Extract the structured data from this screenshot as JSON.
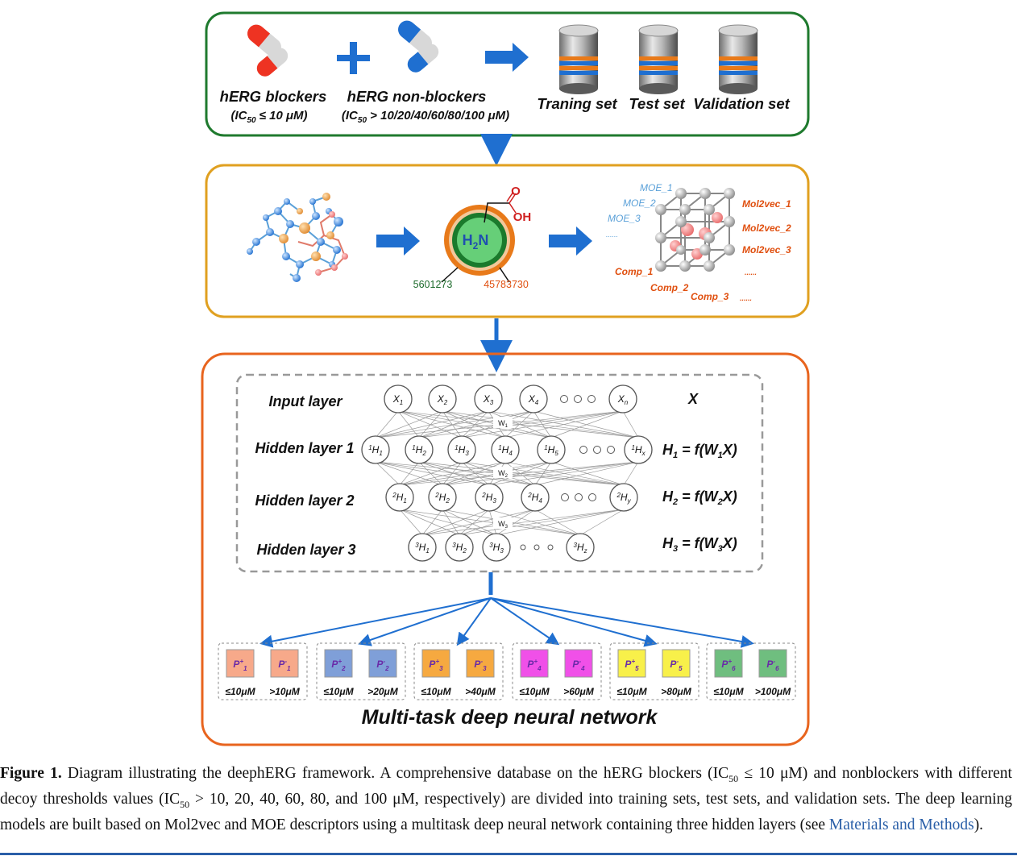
{
  "panel1": {
    "blockers_label": "hERG blockers",
    "blockers_ic50": "(IC",
    "blockers_ic50_sub": "50",
    "blockers_ic50_rest": " ≤ 10 μM)",
    "nonblockers_label": "hERG non-blockers",
    "nonblockers_ic50": "(IC",
    "nonblockers_ic50_sub": "50",
    "nonblockers_ic50_rest": " > 10/20/40/60/80/100 μM)",
    "sets": [
      "Traning set",
      "Test set",
      "Validation set"
    ],
    "colors": {
      "border": "#1f7a2e",
      "red_capsule": "#ee3322",
      "blue_capsule": "#1f6fd0"
    }
  },
  "panel2": {
    "mol_center": "H",
    "mol_center_sub": "2",
    "mol_center_n": "N",
    "oxygen": "O",
    "hydroxyl": "OH",
    "id_left": "5601273",
    "id_right": "45783730",
    "moe": [
      "MOE_1",
      "MOE_2",
      "MOE_3",
      "......"
    ],
    "mol2vec": [
      "Mol2vec_1",
      "Mol2vec_2",
      "Mol2vec_3",
      "......"
    ],
    "comp": [
      "Comp_1",
      "Comp_2",
      "Comp_3",
      "......"
    ],
    "colors": {
      "border": "#e0a020",
      "moe": "#5aa0d8",
      "mol2vec": "#e05010"
    }
  },
  "panel3": {
    "layer_labels": [
      "Input layer",
      "Hidden layer 1",
      "Hidden layer 2",
      "Hidden layer 3"
    ],
    "input_nodes": [
      [
        "X",
        "1"
      ],
      [
        "X",
        "2"
      ],
      [
        "X",
        "3"
      ],
      [
        "X",
        "4"
      ],
      [
        "X",
        "n"
      ]
    ],
    "h1_nodes": [
      [
        "H",
        "1"
      ],
      [
        "H",
        "2"
      ],
      [
        "H",
        "3"
      ],
      [
        "H",
        "4"
      ],
      [
        "H",
        "5"
      ],
      [
        "H",
        "x"
      ]
    ],
    "h2_nodes": [
      [
        "H",
        "1"
      ],
      [
        "H",
        "2"
      ],
      [
        "H",
        "3"
      ],
      [
        "H",
        "4"
      ],
      [
        "H",
        "y"
      ]
    ],
    "h3_nodes": [
      [
        "H",
        "1"
      ],
      [
        "H",
        "2"
      ],
      [
        "H",
        "3"
      ],
      [
        "H",
        "z"
      ]
    ],
    "h1_sup": "1",
    "h2_sup": "2",
    "h3_sup": "3",
    "weights": [
      [
        "W",
        "1"
      ],
      [
        "W",
        "2"
      ],
      [
        "W",
        "3"
      ]
    ],
    "equations": {
      "x": "X",
      "h1": [
        "H",
        "1",
        " = f(W",
        "1",
        "X)"
      ],
      "h2": [
        "H",
        "2",
        " = f(W",
        "2",
        "X)"
      ],
      "h3": [
        "H",
        "3",
        " = f(W",
        "3",
        "X)"
      ]
    },
    "tasks": [
      {
        "pos": "P",
        "neg": "P",
        "idx": "1",
        "pos_thr": "≤10μM",
        "neg_thr": ">10μM",
        "color": "#f7a98a"
      },
      {
        "pos": "P",
        "neg": "P",
        "idx": "2",
        "pos_thr": "≤10μM",
        "neg_thr": ">20μM",
        "color": "#7f9fd8"
      },
      {
        "pos": "P",
        "neg": "P",
        "idx": "3",
        "pos_thr": "≤10μM",
        "neg_thr": ">40μM",
        "color": "#f6a940"
      },
      {
        "pos": "P",
        "neg": "P",
        "idx": "4",
        "pos_thr": "≤10μM",
        "neg_thr": ">60μM",
        "color": "#f050e8"
      },
      {
        "pos": "P",
        "neg": "P",
        "idx": "5",
        "pos_thr": "≤10μM",
        "neg_thr": ">80μM",
        "color": "#f8f04a"
      },
      {
        "pos": "P",
        "neg": "P",
        "idx": "6",
        "pos_thr": "≤10μM",
        "neg_thr": ">100μM",
        "color": "#6fbe7f"
      }
    ],
    "plus_sign": "+",
    "minus_sign": "-",
    "title": "Multi-task deep neural network",
    "colors": {
      "border": "#e8641e",
      "arrow": "#1f6fd0"
    }
  },
  "caption": {
    "label": "Figure 1.",
    "text_1": " Diagram illustrating the deephERG framework. A comprehensive database on the hERG blockers (IC",
    "sub_1": "50",
    "text_2": " ≤ 10 μM) and nonblockers with different decoy thresholds values (IC",
    "sub_2": "50",
    "text_3": " > 10, 20, 40, 60, 80, and 100 μM, respectively) are divided into training sets, test sets, and validation sets. The deep learning models are built based on Mol2vec and MOE descriptors using a multitask deep neural network containing three hidden layers (see ",
    "link": "Materials and Methods",
    "text_4": ")."
  }
}
